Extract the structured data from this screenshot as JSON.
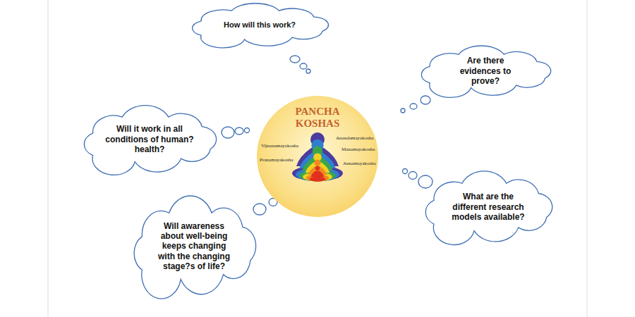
{
  "diagram": {
    "nodes": [
      {
        "text": [
          "How will this work?"
        ]
      },
      {
        "text": [
          "Are there evidences to prove?"
        ]
      },
      {
        "text": [
          "Will it work in all conditions of human? health?"
        ]
      },
      {
        "text": [
          "PANCHA KOSHAS"
        ]
      },
      {
        "text": [
          "What are the different research models available?"
        ]
      },
      {
        "text": [
          "Will awareness about well-being keeps changing with the changing stage?s of life?"
        ]
      }
    ],
    "labels": [
      "Anandamayakosha",
      "Vijnanamayakosha",
      "Manamayakosha",
      "Pranamayakosha",
      "Annamayakosha"
    ]
  }
}
